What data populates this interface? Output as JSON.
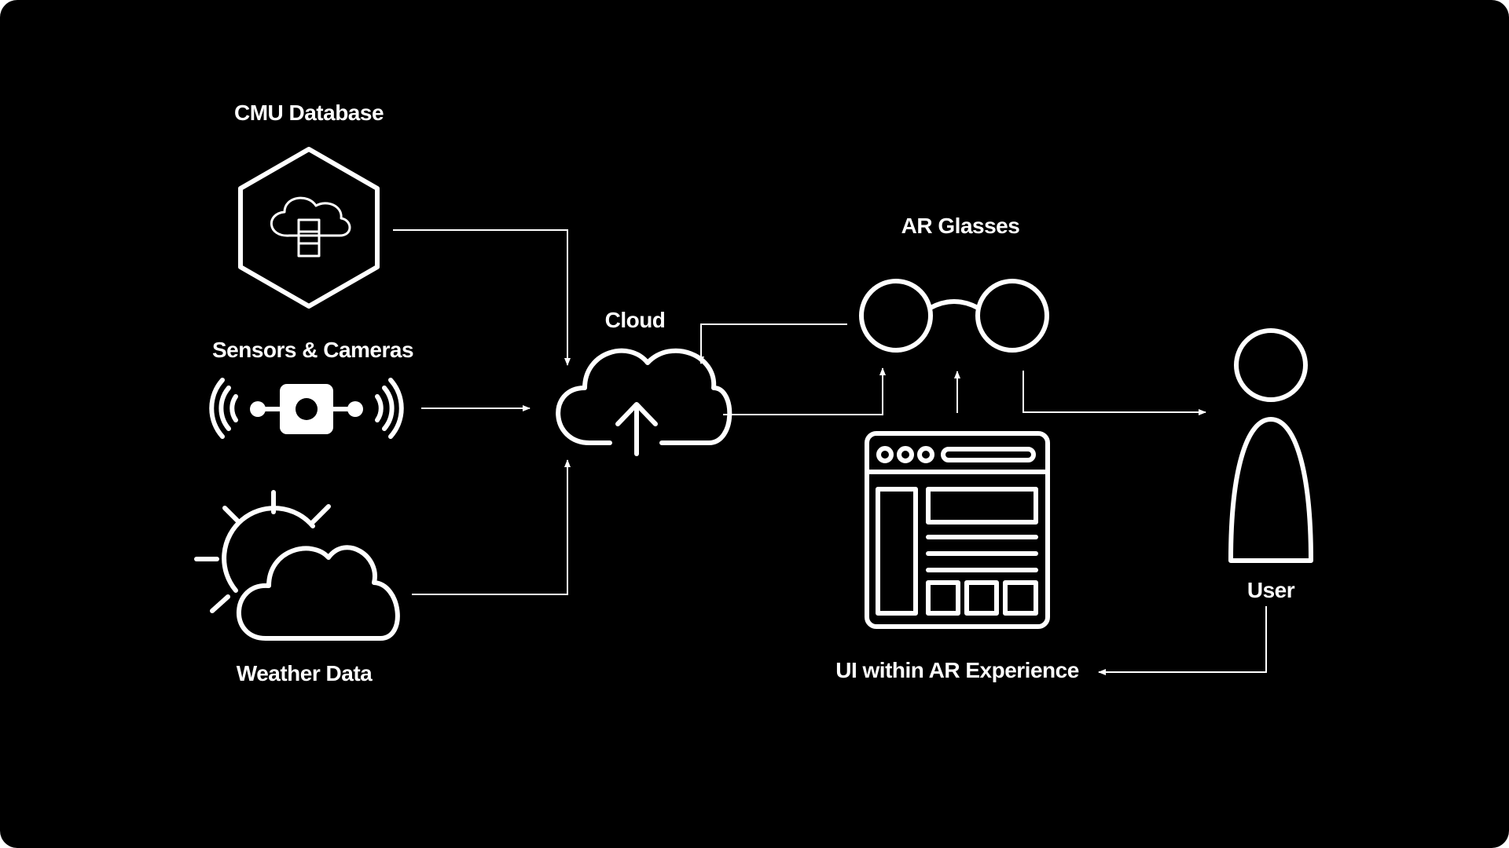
{
  "nodes": {
    "cmu_database": {
      "label": "CMU Database",
      "icon": "database-cloud-hexagon-icon"
    },
    "sensors_cameras": {
      "label": "Sensors & Cameras",
      "icon": "wireless-sensor-icon"
    },
    "weather_data": {
      "label": "Weather Data",
      "icon": "weather-cloud-sun-icon"
    },
    "cloud": {
      "label": "Cloud",
      "icon": "cloud-upload-icon"
    },
    "ar_glasses": {
      "label": "AR Glasses",
      "icon": "glasses-icon"
    },
    "ui_ar": {
      "label": "UI within AR Experience",
      "icon": "browser-window-icon"
    },
    "user": {
      "label": "User",
      "icon": "user-icon"
    }
  },
  "colors": {
    "background": "#000000",
    "foreground": "#ffffff"
  },
  "edges": [
    {
      "from": "cmu_database",
      "to": "cloud"
    },
    {
      "from": "sensors_cameras",
      "to": "cloud"
    },
    {
      "from": "weather_data",
      "to": "cloud"
    },
    {
      "from": "ar_glasses",
      "to": "cloud"
    },
    {
      "from": "cloud",
      "to": "ar_glasses"
    },
    {
      "from": "ui_ar",
      "to": "ar_glasses"
    },
    {
      "from": "ar_glasses",
      "to": "user"
    },
    {
      "from": "user",
      "to": "ui_ar"
    }
  ]
}
